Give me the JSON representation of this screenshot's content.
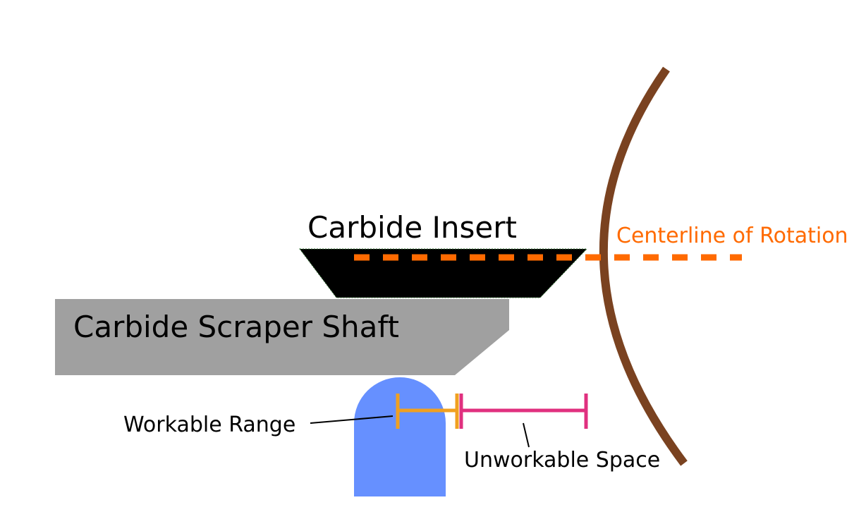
{
  "labels": {
    "insert": "Carbide Insert",
    "shaft": "Carbide Scraper Shaft",
    "centerline": "Centerline of Rotation",
    "workable": "Workable Range",
    "unworkable": "Unworkable Space"
  },
  "colors": {
    "insert": "#000000",
    "shaft": "#a0a0a0",
    "workpiece_arc": "#7a4220",
    "centerline": "#ff6a00",
    "tool_rest": "#6690ff",
    "workable_range": "#f0a020",
    "unworkable_space": "#e0307f",
    "text": "#000000"
  }
}
